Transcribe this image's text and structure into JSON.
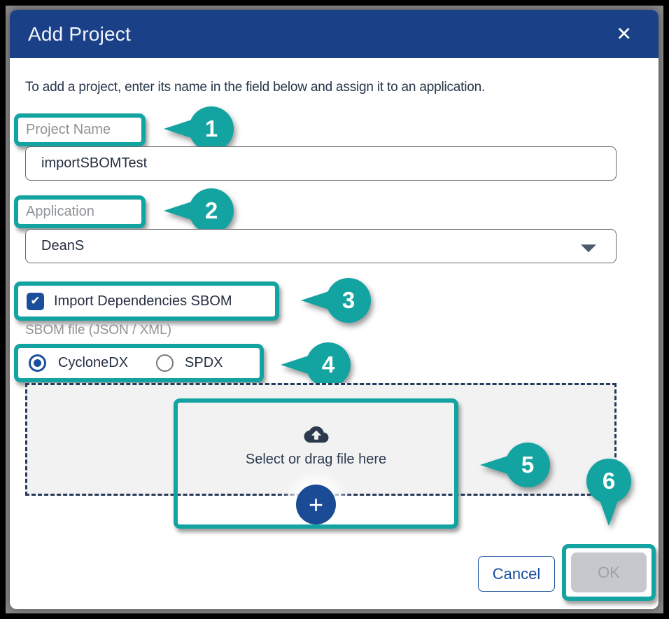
{
  "colors": {
    "annotation_teal": "#13A3A1",
    "header_blue": "#1A4187",
    "control_blue": "#1A4F9B",
    "disabled_button_gray": "#C6C8CD"
  },
  "icons": {
    "close": "✕",
    "check": "✔",
    "plus": "+",
    "caret": "chevron-down",
    "cloud": "cloud-upload"
  },
  "dialog": {
    "title": "Add Project",
    "instruction": "To add a project, enter its name in the field below and assign it to an application.",
    "project_name": {
      "label": "Project Name",
      "value": "importSBOMTest"
    },
    "application": {
      "label": "Application",
      "value": "DeanS"
    },
    "import_sbom": {
      "label": "Import Dependencies SBOM",
      "checked": true
    },
    "sbom_file_label": "SBOM file (JSON / XML)",
    "formats": [
      {
        "label": "CycloneDX",
        "selected": true
      },
      {
        "label": "SPDX",
        "selected": false
      }
    ],
    "dropzone": {
      "text": "Select or drag file here"
    },
    "buttons": {
      "cancel": "Cancel",
      "ok": "OK"
    }
  },
  "annotations": [
    "1",
    "2",
    "3",
    "4",
    "5",
    "6"
  ]
}
